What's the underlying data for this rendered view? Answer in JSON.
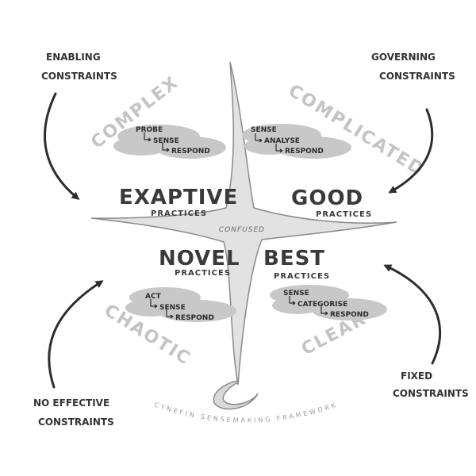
{
  "domains": {
    "complex": "COMPLEX",
    "complicated": "COMPLICATED",
    "chaotic": "CHAOTIC",
    "clear": "CLEAR",
    "center": "CONFUSED"
  },
  "practices": {
    "complex": {
      "main": "EXAPTIVE",
      "sub": "PRACTICES"
    },
    "complicated": {
      "main": "GOOD",
      "sub": "PRACTICES"
    },
    "chaotic": {
      "main": "NOVEL",
      "sub": "PRACTICES"
    },
    "clear": {
      "main": "BEST",
      "sub": "PRACTICES"
    }
  },
  "steps": {
    "complex": [
      "PROBE",
      "SENSE",
      "RESPOND"
    ],
    "complicated": [
      "SENSE",
      "ANALYSE",
      "RESPOND"
    ],
    "chaotic": [
      "ACT",
      "SENSE",
      "RESPOND"
    ],
    "clear": [
      "SENSE",
      "CATEGORISE",
      "RESPOND"
    ]
  },
  "constraints": {
    "top_left": [
      "ENABLING",
      "CONSTRAINTS"
    ],
    "top_right": [
      "GOVERNING",
      "CONSTRAINTS"
    ],
    "bottom_left": [
      "NO EFFECTIVE",
      "CONSTRAINTS"
    ],
    "bottom_right": [
      "FIXED",
      "CONSTRAINTS"
    ]
  },
  "footer": "CYNEFIN SENSEMAKING FRAMEWORK",
  "colors": {
    "background": "#ffffff",
    "ink": "#3a3a3a",
    "domain_label": "#c4c4c4",
    "cloud": "#c8c8c8",
    "boundary_fill": "#e2e2e2",
    "boundary_stroke": "#8a8a8a"
  }
}
